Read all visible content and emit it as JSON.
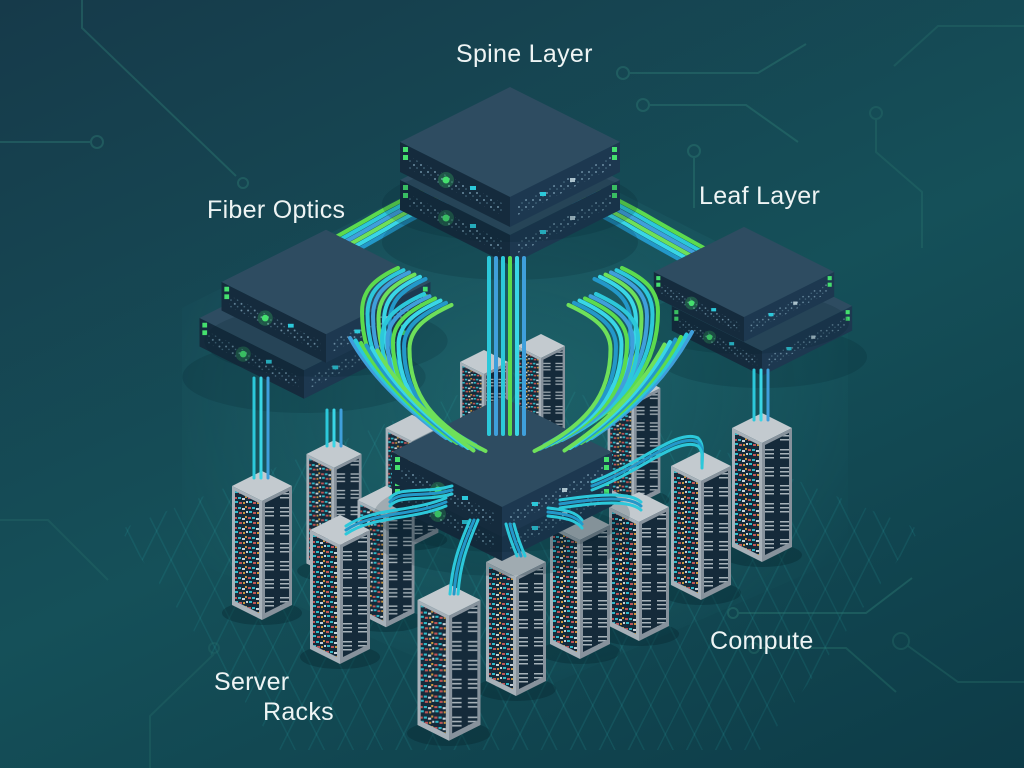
{
  "labels": {
    "spine_layer": "Spine Layer",
    "fiber_optics": "Fiber Optics",
    "leaf_layer": "Leaf Layer",
    "server_racks_line1": "Server",
    "server_racks_line2": "Racks",
    "compute": "Compute"
  },
  "structure": {
    "spine_switches": 2,
    "leaf_switch_stacks": 2,
    "switches_per_leaf_stack": 2,
    "core_switches": 1,
    "server_racks": 14,
    "cable_colors_depicted": [
      "green",
      "cyan",
      "blue"
    ]
  },
  "colors": {
    "bg_top": "#163a4a",
    "bg_mid": "#155059",
    "bg_bottom": "#0d3b47",
    "platform_glow": "#3ea8aa",
    "grid": "#2fbcbc",
    "trace": "#2e7a72",
    "cable_green": "#5cdb4e",
    "cable_green2": "#6ee05a",
    "cable_cyan": "#2cc8da",
    "cable_cyan2": "#39d6e6",
    "cable_blue": "#3f9fdb",
    "cable_blue2": "#2398c9",
    "switch_top": "#2e4c61",
    "switch_left": "#152b3d",
    "switch_right": "#1d3850",
    "rack_top": "#c3cacf",
    "rack_left": "#a7b1b9",
    "rack_right": "#87929c",
    "rack_panel": "#152a3a",
    "led_green": "#45e06e",
    "label_text": "#eef4f4"
  }
}
